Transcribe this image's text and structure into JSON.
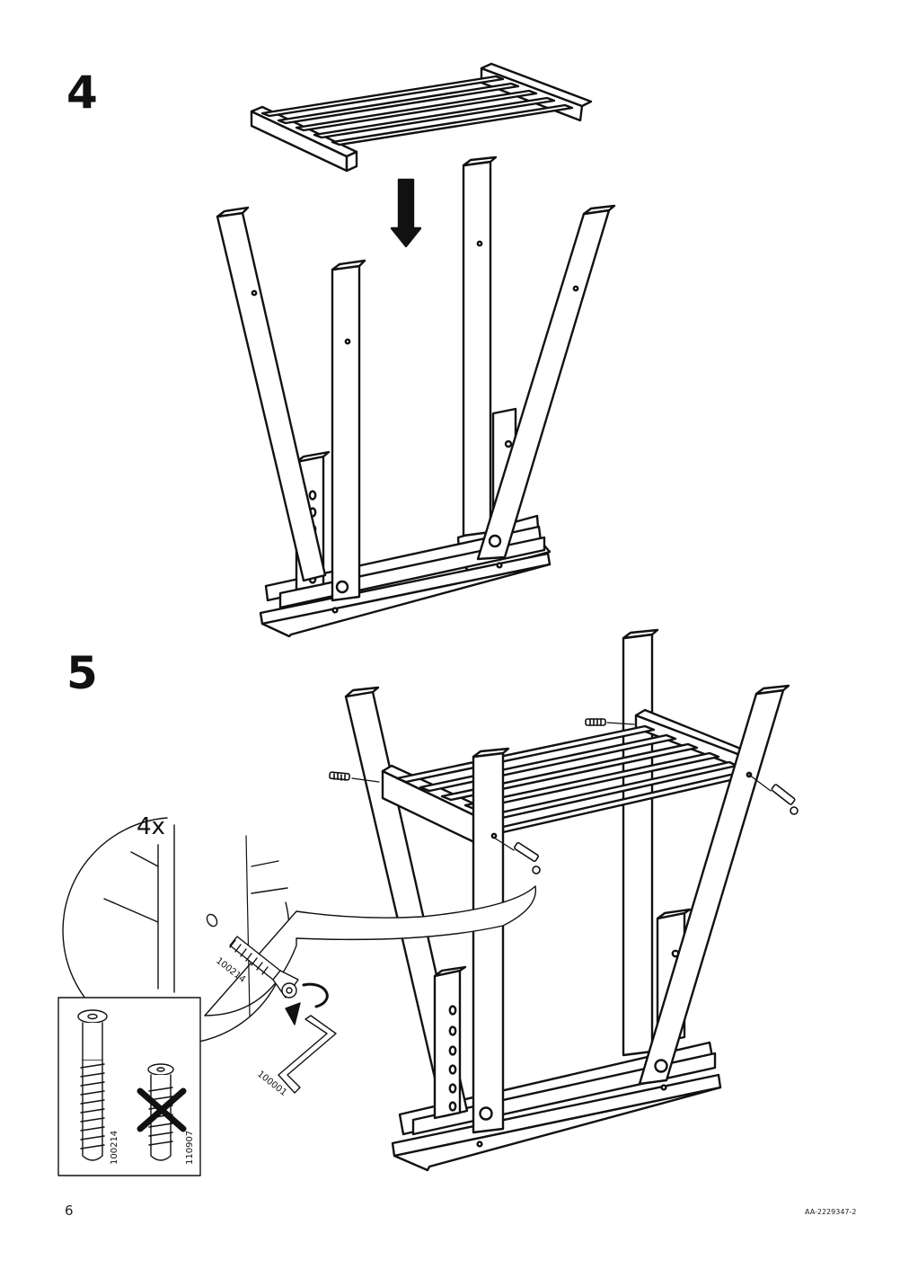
{
  "steps": [
    {
      "number": "4"
    },
    {
      "number": "5"
    }
  ],
  "callout": {
    "quantity": "4x",
    "screw_label": "100214",
    "key_label": "100001"
  },
  "detail_box": {
    "correct_label": "100214",
    "wrong_label": "110907"
  },
  "footer": {
    "page_number": "6",
    "doc_code": "AA-2229347-2"
  }
}
